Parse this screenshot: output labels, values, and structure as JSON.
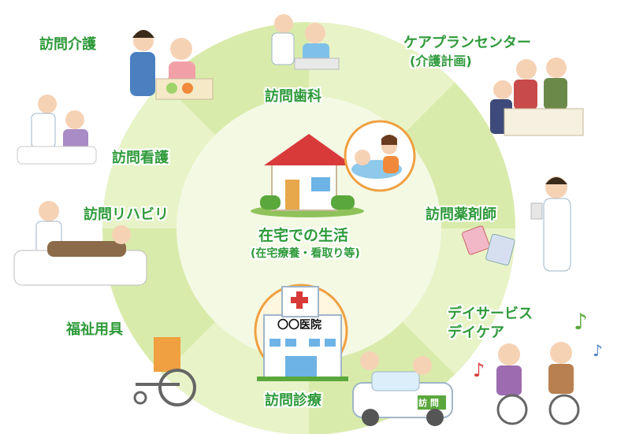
{
  "diagram": {
    "center": {
      "title": "在宅での生活",
      "subtitle": "(在宅療養・看取り等)"
    },
    "hospital_name": "〇〇医院",
    "services": {
      "home_care": "訪問介護",
      "home_dental": "訪問歯科",
      "care_plan_center": "ケアプランセンター",
      "care_plan_sub": "(介護計画)",
      "home_nursing": "訪問看護",
      "home_rehab": "訪問リハビリ",
      "home_pharmacist": "訪問薬剤師",
      "welfare_equipment": "福祉用具",
      "day_service": "デイサービス",
      "day_care": "デイケア",
      "home_medical": "訪問診療",
      "car_sign": "訪 問"
    },
    "colors": {
      "ring": "#d9ebab",
      "ring_light": "#e8f3c8",
      "inner": "#f4f9e4",
      "label_green": "#2e9a3a",
      "roof_red": "#d83a3a",
      "circle_border": "#f0a040"
    }
  }
}
